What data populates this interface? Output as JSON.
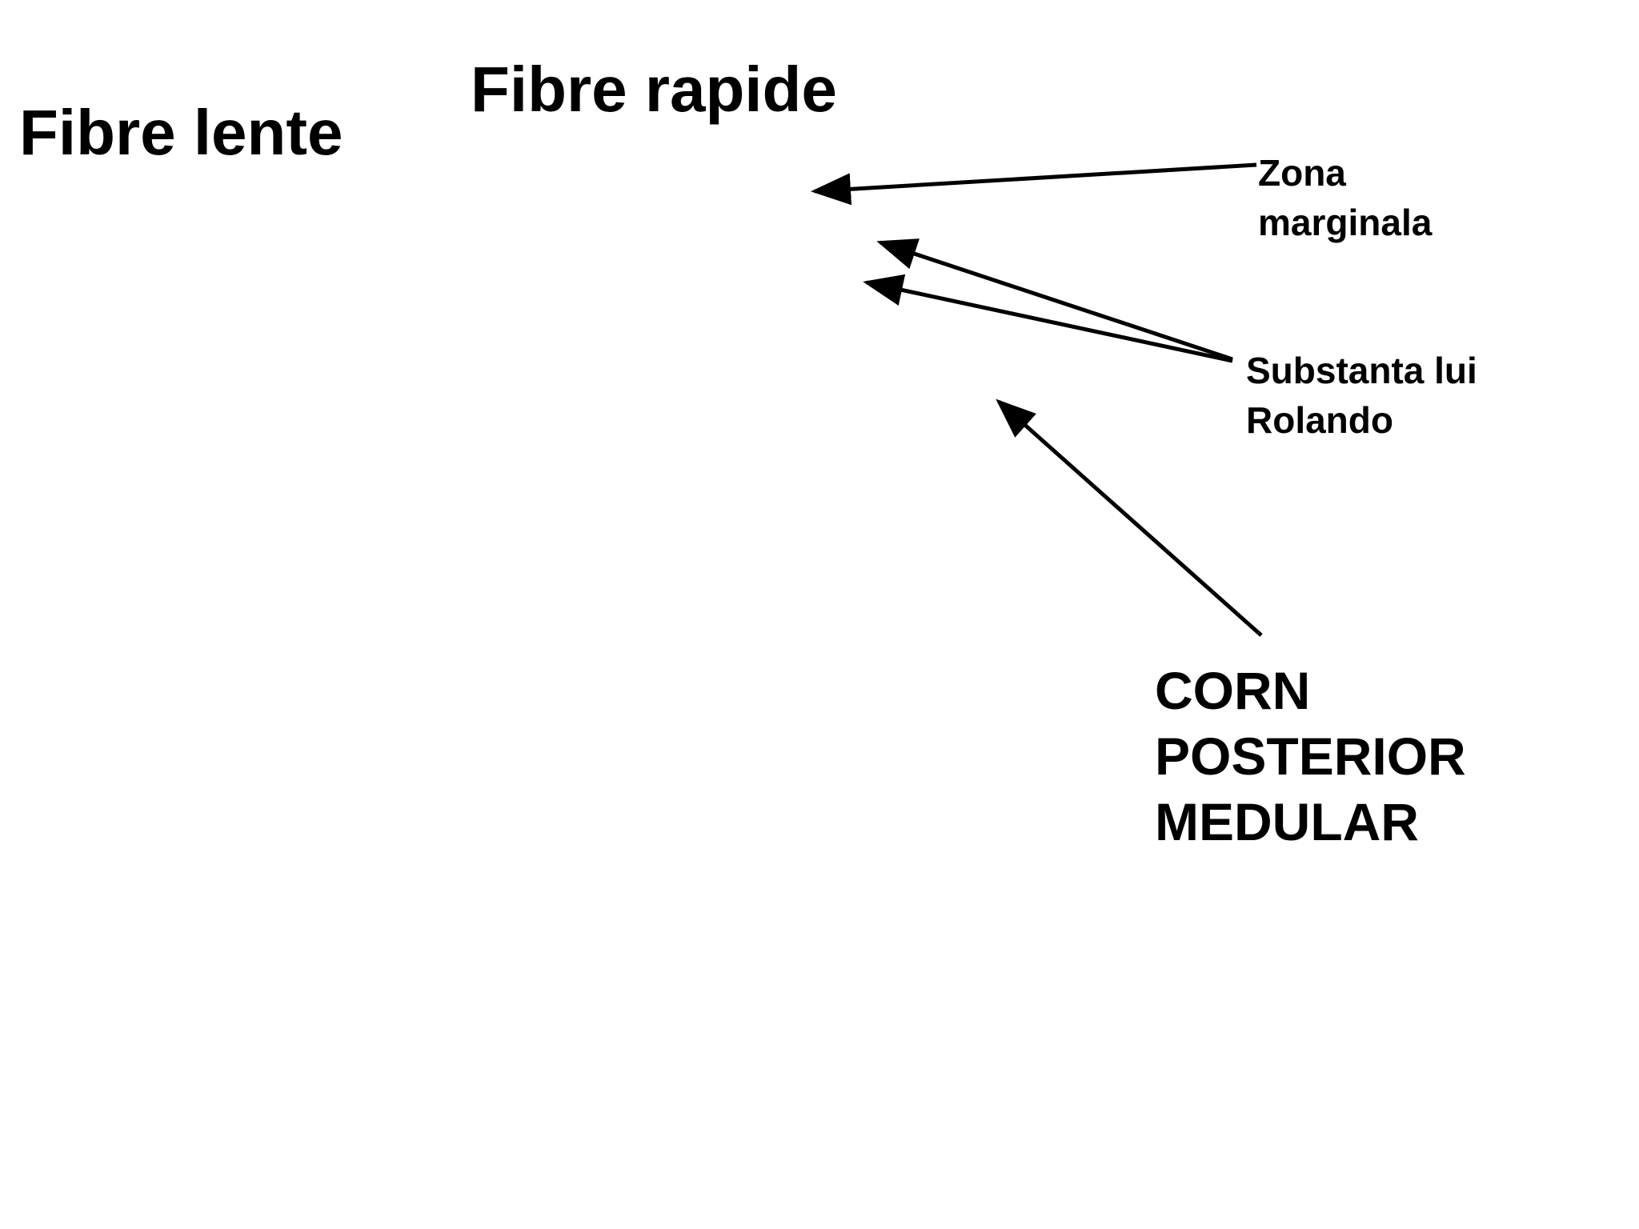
{
  "labels": {
    "fibre_lente": "Fibre lente",
    "fibre_rapide": "Fibre rapide",
    "zona_marginala": [
      "Zona",
      "marginala"
    ],
    "substanta_rolando": [
      "Substanta lui",
      "Rolando"
    ],
    "corn_posterior": [
      "CORN",
      "POSTERIOR",
      "MEDULAR"
    ]
  },
  "colors": {
    "text": "#000000",
    "arrow": "#000000",
    "background": "#ffffff"
  }
}
